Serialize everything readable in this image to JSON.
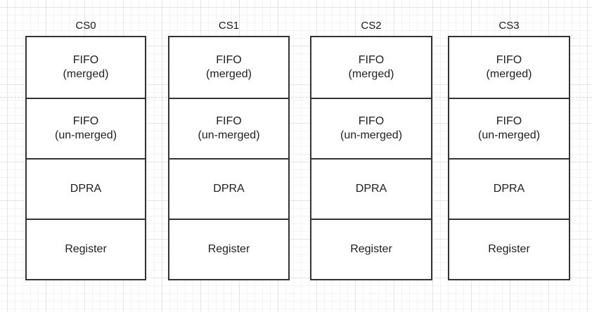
{
  "diagram": {
    "columns": [
      {
        "label": "CS0",
        "cells": [
          "FIFO\n(merged)",
          "FIFO\n(un-merged)",
          "DPRA",
          "Register"
        ]
      },
      {
        "label": "CS1",
        "cells": [
          "FIFO\n(merged)",
          "FIFO\n(un-merged)",
          "DPRA",
          "Register"
        ]
      },
      {
        "label": "CS2",
        "cells": [
          "FIFO\n(merged)",
          "FIFO\n(un-merged)",
          "DPRA",
          "Register"
        ]
      },
      {
        "label": "CS3",
        "cells": [
          "FIFO\n(merged)",
          "FIFO\n(un-merged)",
          "DPRA",
          "Register"
        ]
      }
    ],
    "colors": {
      "shape_border": "#333333",
      "shape_fill": "#ffffff",
      "text": "#1f1f1f",
      "grid_minor": "#f3f3f3",
      "grid_major": "#e4e4e4",
      "page_boundary_dash": "#d4d4d4",
      "background": "#ffffff"
    }
  }
}
